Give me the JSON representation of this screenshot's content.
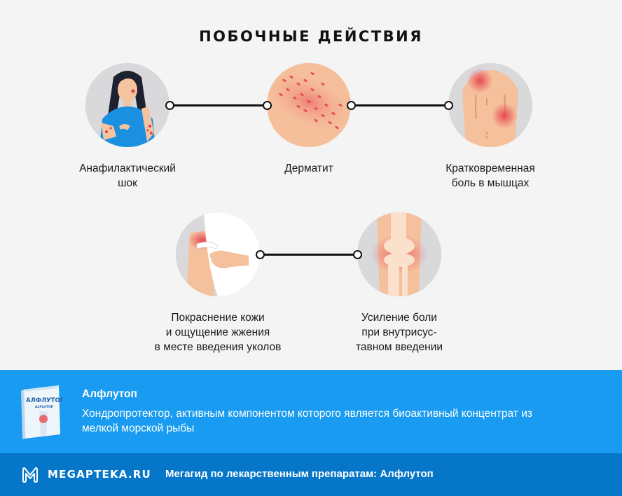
{
  "title": "ПОБОЧНЫЕ ДЕЙСТВИЯ",
  "side_effects": [
    {
      "label": "Анафилактический\nшок",
      "icon": "woman-with-rash-illustration"
    },
    {
      "label": "Дерматит",
      "icon": "skin-rash-illustration"
    },
    {
      "label": "Кратковременная\nболь в мышцах",
      "icon": "back-muscle-pain-illustration"
    },
    {
      "label": "Покраснение кожи\nи ощущение жжения\nв месте введения уколов",
      "icon": "injection-site-redness-illustration"
    },
    {
      "label": "Усиление боли\nпри внутрисус-\nтавном введении",
      "icon": "knee-joint-pain-illustration"
    }
  ],
  "product": {
    "name": "Алфлутоп",
    "description": "Хондропротектор, активным компонентом которого является биоактивный концентрат из мелкой морской рыбы",
    "pack_label": "АЛФЛУТОП",
    "pack_sublabel": "ALFLUTOP"
  },
  "footer": {
    "brand": "MEGAPTEKA.RU",
    "text": "Мегагид по лекарственным препаратам: Алфлутоп"
  },
  "colors": {
    "background": "#f4f4f4",
    "product_band": "#189bf0",
    "footer": "#0677c8",
    "accent_red": "#e84a55",
    "skin": "#f5c09c"
  }
}
